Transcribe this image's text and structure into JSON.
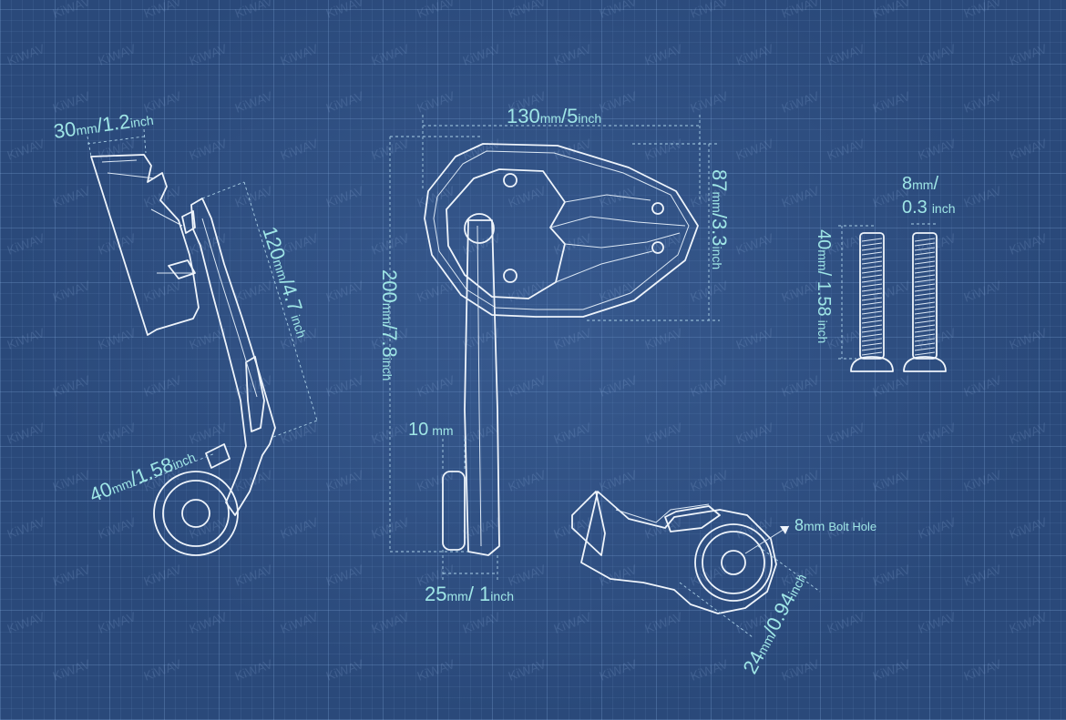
{
  "watermark": "KiWAV",
  "dimensions": {
    "side_width": {
      "num": "30",
      "unit": "mm",
      "sep": "/",
      "num2": "1.2",
      "unit2": "inch"
    },
    "arm_length": {
      "num": "120",
      "unit": "mm",
      "sep": "/",
      "num2": "4.7",
      "unit2": "inch"
    },
    "base_width": {
      "num": "40",
      "unit": "mm",
      "sep": "/",
      "num2": "1.58",
      "unit2": "inch"
    },
    "mirror_width": {
      "num": "130",
      "unit": "mm",
      "sep": "/",
      "num2": "5",
      "unit2": "inch"
    },
    "mirror_height": {
      "num": "87",
      "unit": "mm",
      "sep": "/",
      "num2": "3.3",
      "unit2": "inch"
    },
    "total_height": {
      "num": "200",
      "unit": "mm",
      "sep": "/",
      "num2": "7.8",
      "unit2": "inch"
    },
    "stem_thickness": {
      "num": "10",
      "unit": "mm"
    },
    "base_depth": {
      "num": "25",
      "unit": "mm",
      "sep": "/ ",
      "num2": "1",
      "unit2": "inch"
    },
    "bolt_diameter": {
      "num": "8",
      "unit": "mm",
      "sep": "/",
      "num2": "0.3",
      "unit2": "inch"
    },
    "bolt_length": {
      "num": "40",
      "unit": "mm",
      "sep": "/ ",
      "num2": "1.58",
      "unit2": "inch"
    },
    "bolt_hole": {
      "num": "8",
      "unit": "mm",
      "label": "Bolt Hole"
    },
    "mount_diameter": {
      "num": "24",
      "unit": "mm",
      "sep": "/",
      "num2": "0.94",
      "unit2": "inch"
    }
  },
  "colors": {
    "background": "#2a497a",
    "dimension_text": "#9fe6e6",
    "line_art": "#eef4fb"
  }
}
